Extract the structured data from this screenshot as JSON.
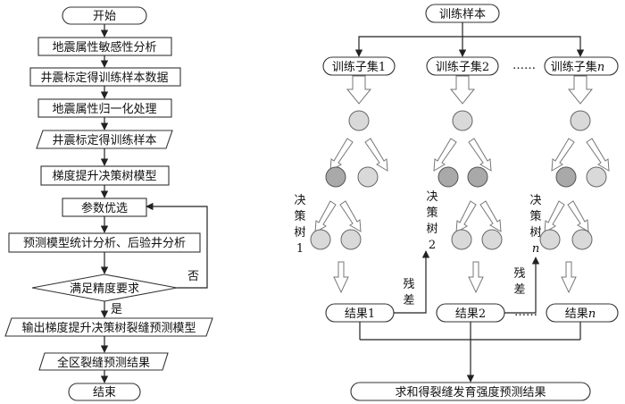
{
  "flowchart": {
    "start": "开始",
    "steps": [
      "地震属性敏感性分析",
      "井震标定得训练样本数据",
      "地震属性归一化处理",
      "井震标定得训练样本",
      "梯度提升决策树模型",
      "参数优选",
      "预测模型统计分析、后验井分析"
    ],
    "decision": "满足精度要求",
    "no_label": "否",
    "yes_label": "是",
    "output_steps": [
      "输出梯度提升决策树裂缝预测模型",
      "全区裂缝预测结果"
    ],
    "end": "结束"
  },
  "gbdt": {
    "root": "训练样本",
    "subsets": [
      "训练子集1",
      "训练子集2",
      "训练子集"
    ],
    "subset_n_italic": "n",
    "ellipsis": "……",
    "tree_labels": [
      {
        "chars": [
          "决",
          "策",
          "树"
        ],
        "num": "1"
      },
      {
        "chars": [
          "决",
          "策",
          "树"
        ],
        "num": "2"
      },
      {
        "chars": [
          "决",
          "策",
          "树"
        ],
        "num": "n"
      }
    ],
    "residual_chars": [
      "残",
      "差"
    ],
    "results": [
      "结果1",
      "结果2",
      "结果"
    ],
    "result_n_italic": "n",
    "final": "求和得裂缝发育强度预测结果"
  }
}
